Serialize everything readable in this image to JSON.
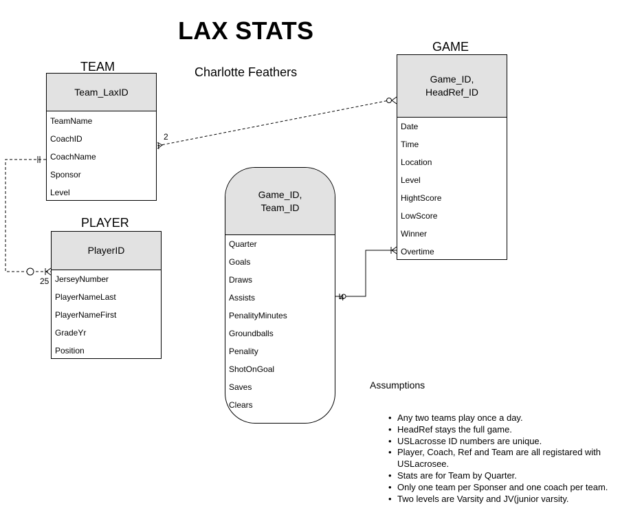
{
  "title": "LAX STATS",
  "subtitle": "Charlotte Feathers",
  "entities": {
    "team": {
      "title": "TEAM",
      "key": "Team_LaxID",
      "fields": [
        "TeamName",
        "CoachID",
        "CoachName",
        "Sponsor",
        "Level"
      ]
    },
    "player": {
      "title": "PLAYER",
      "key": "PlayerID",
      "fields": [
        "JerseyNumber",
        "PlayerNameLast",
        "PlayerNameFirst",
        "GradeYr",
        "Position"
      ]
    },
    "game": {
      "title": "GAME",
      "key_line1": "Game_ID,",
      "key_line2": "HeadRef_ID",
      "fields": [
        "Date",
        "Time",
        "Location",
        "Level",
        "HightScore",
        "LowScore",
        "Winner",
        "Overtime"
      ]
    },
    "stats": {
      "key_line1": "Game_ID,",
      "key_line2": "Team_ID",
      "fields": [
        "Quarter",
        "Goals",
        "Draws",
        "Assists",
        "PenalityMinutes",
        "Groundballs",
        "Penality",
        "ShotOnGoal",
        "Saves",
        "Clears"
      ]
    }
  },
  "relationships": {
    "team_game_label": "2",
    "team_player_label": "25",
    "stats_game_label": "4"
  },
  "assumptions": {
    "title": "Assumptions",
    "items": [
      "Any two teams play once a day.",
      "HeadRef stays the full game.",
      "USLacrosse ID numbers are unique.",
      "Player, Coach, Ref and Team are all registared with USLacrosee.",
      "Stats are for Team by Quarter.",
      "Only one team per Sponser and one coach per team.",
      "Two levels are Varsity and JV(junior varsity."
    ]
  },
  "colors": {
    "header_fill": "#e2e2e2",
    "line": "#000000",
    "background": "#ffffff"
  }
}
